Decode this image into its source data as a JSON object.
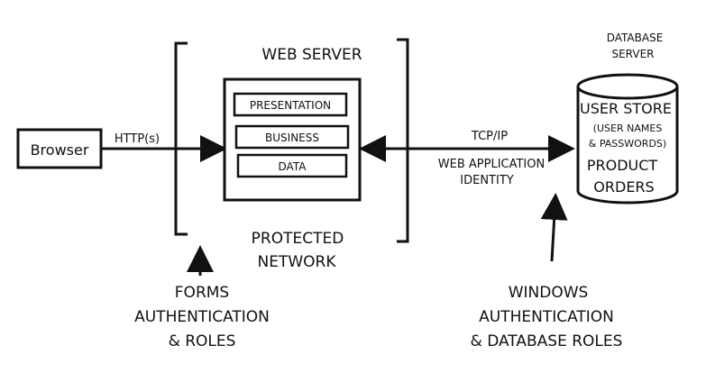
{
  "browser": {
    "label": "Browser"
  },
  "http_label": "HTTP(s)",
  "web_server": {
    "title": "WEB SERVER",
    "layers": [
      "PRESENTATION",
      "BUSINESS",
      "DATA"
    ]
  },
  "protected_network": {
    "line1": "PROTECTED",
    "line2": "NETWORK"
  },
  "link": {
    "protocol": "TCP/IP",
    "identity_line1": "WEB APPLICATION",
    "identity_line2": "IDENTITY"
  },
  "database_server": {
    "title_line1": "DATABASE",
    "title_line2": "SERVER",
    "store_title": "USER STORE",
    "store_sub1": "(USER NAMES",
    "store_sub2": "& PASSWORDS)",
    "product_line1": "PRODUCT",
    "product_line2": "ORDERS"
  },
  "forms_auth": {
    "line1": "FORMS",
    "line2": "AUTHENTICATION",
    "line3": "& ROLES"
  },
  "windows_auth": {
    "line1": "WINDOWS",
    "line2": "AUTHENTICATION",
    "line3": "& DATABASE ROLES"
  }
}
